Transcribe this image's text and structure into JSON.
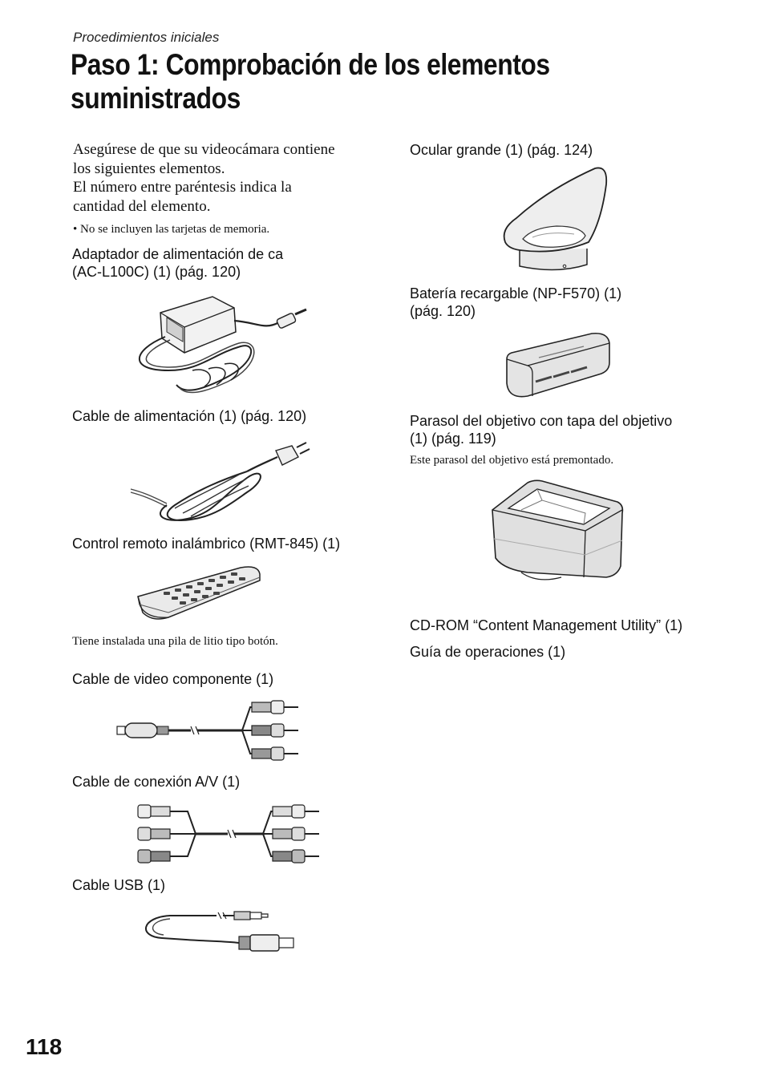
{
  "header": {
    "section": "Procedimientos iniciales",
    "title_line1": "Paso 1: Comprobación de los elementos",
    "title_line2": "suministrados"
  },
  "intro": {
    "line1": "Asegúrese de que su videocámara contiene",
    "line2": "los siguientes elementos.",
    "line3": "El número entre paréntesis indica la",
    "line4": "cantidad del elemento.",
    "bullet": "No se incluyen las tarjetas de memoria."
  },
  "left_items": {
    "adapter_l1": "Adaptador de alimentación de ca",
    "adapter_l2": "(AC-L100C) (1) (pág. 120)",
    "power_cable": "Cable de alimentación (1) (pág. 120)",
    "remote": "Control remoto inalámbrico (RMT-845) (1)",
    "remote_note": "Tiene instalada una pila de litio tipo botón.",
    "component_cable": "Cable de video componente (1)",
    "av_cable": "Cable de conexión A/V (1)",
    "usb_cable": "Cable USB (1)"
  },
  "right_items": {
    "eyecup": "Ocular grande (1) (pág. 124)",
    "battery_l1": "Batería recargable (NP-F570) (1)",
    "battery_l2": "(pág. 120)",
    "hood_l1": "Parasol del objetivo con tapa del objetivo",
    "hood_l2": "(1) (pág. 119)",
    "hood_note": "Este parasol del objetivo está premontado.",
    "cdrom": "CD-ROM “Content Management Utility” (1)",
    "guide": "Guía de operaciones (1)"
  },
  "page_number": "118"
}
